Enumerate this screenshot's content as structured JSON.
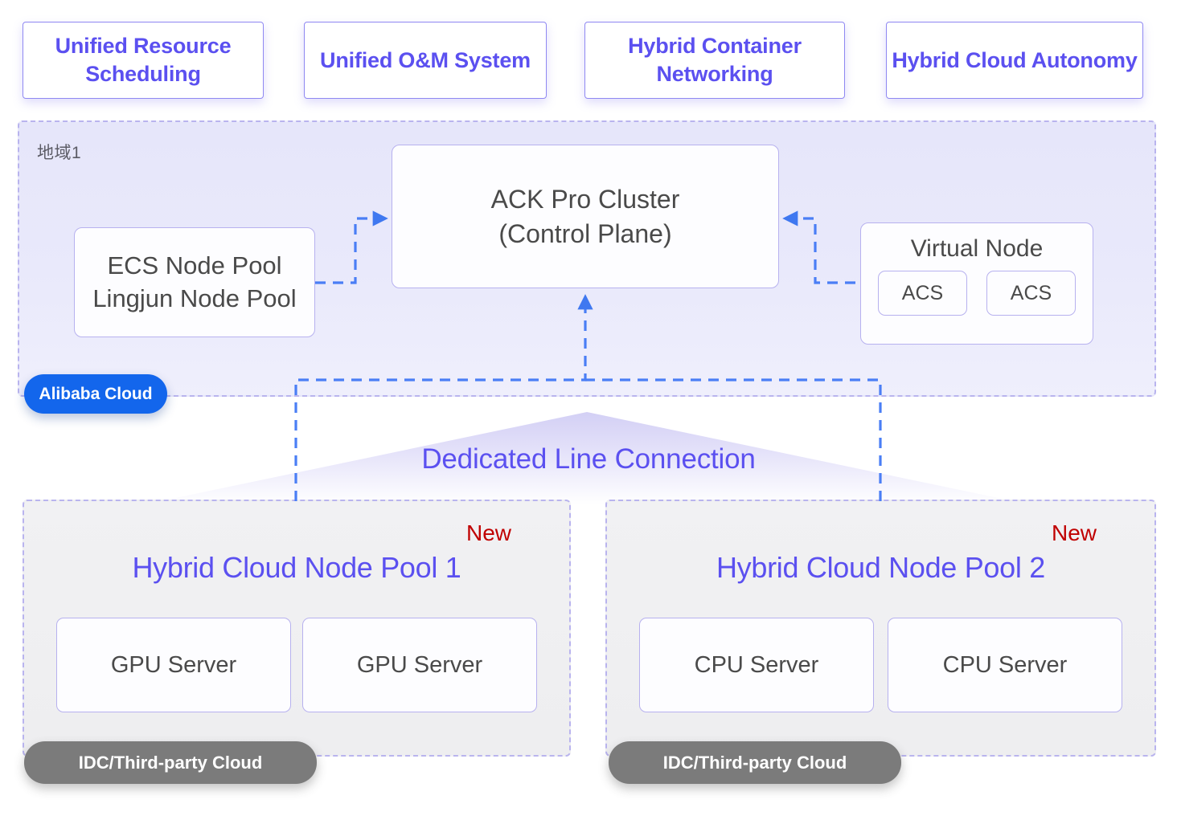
{
  "features": [
    {
      "label": "Unified Resource Scheduling"
    },
    {
      "label": "Unified O&M System"
    },
    {
      "label": "Hybrid Container Networking"
    },
    {
      "label": "Hybrid Cloud Autonomy"
    }
  ],
  "cloud": {
    "region_label": "地域1",
    "provider_badge": "Alibaba Cloud",
    "ecs_pool": {
      "line1": "ECS Node Pool",
      "line2": "Lingjun Node Pool"
    },
    "control_plane": {
      "line1": "ACK Pro Cluster",
      "line2": "(Control Plane)"
    },
    "virtual_node": {
      "title": "Virtual Node",
      "children": [
        {
          "label": "ACS"
        },
        {
          "label": "ACS"
        }
      ]
    }
  },
  "link": {
    "label": "Dedicated Line Connection"
  },
  "pools": [
    {
      "badge": "New",
      "title": "Hybrid Cloud Node Pool 1",
      "servers": [
        {
          "label": "GPU Server"
        },
        {
          "label": "GPU Server"
        }
      ],
      "location_badge": "IDC/Third-party Cloud"
    },
    {
      "badge": "New",
      "title": "Hybrid Cloud Node Pool 2",
      "servers": [
        {
          "label": "CPU Server"
        },
        {
          "label": "CPU Server"
        }
      ],
      "location_badge": "IDC/Third-party Cloud"
    }
  ],
  "colors": {
    "accent_purple": "#5b50f0",
    "panel_border": "#b9b4ee",
    "connector_blue": "#4a7ef5",
    "new_red": "#c00000",
    "provider_blue": "#1366ec",
    "idc_gray": "#7b7b7b"
  }
}
